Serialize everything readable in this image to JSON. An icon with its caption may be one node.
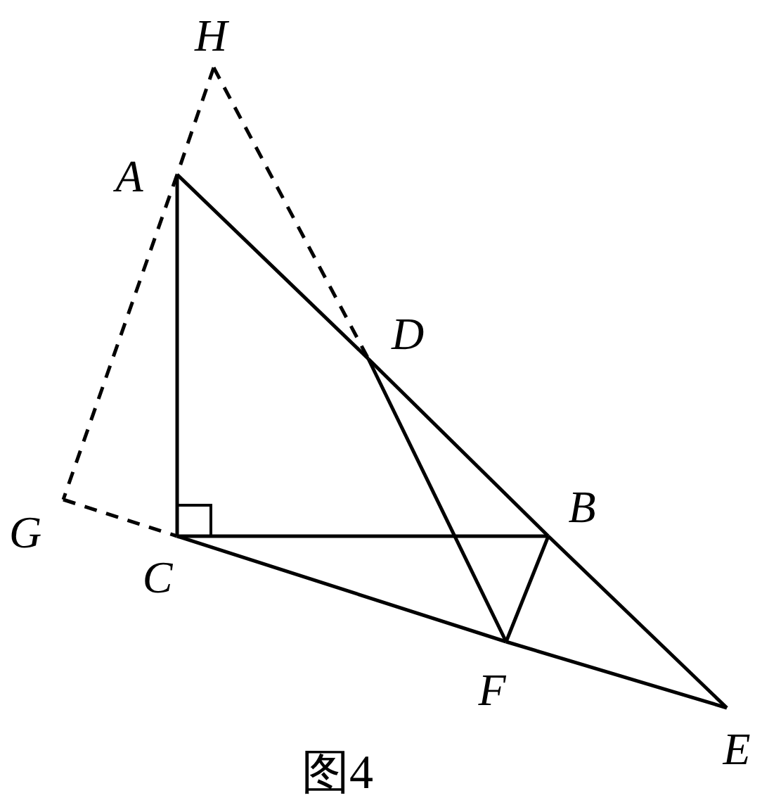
{
  "diagram": {
    "caption": "图4",
    "nodes": [
      {
        "text": [
          "H"
        ]
      },
      {
        "text": [
          "A"
        ]
      },
      {
        "text": [
          "D"
        ]
      },
      {
        "text": [
          "G"
        ]
      },
      {
        "text": [
          "B"
        ]
      },
      {
        "text": [
          "C"
        ]
      },
      {
        "text": [
          "F"
        ]
      },
      {
        "text": [
          "E"
        ]
      }
    ],
    "edges": [
      {
        "from": 1,
        "to": 5,
        "arrow": "none"
      },
      {
        "from": 5,
        "to": 4,
        "arrow": "none"
      },
      {
        "from": 1,
        "to": 2,
        "arrow": "none"
      },
      {
        "from": 2,
        "to": 4,
        "arrow": "none"
      },
      {
        "from": 4,
        "to": 7,
        "arrow": "none"
      },
      {
        "from": 5,
        "to": 6,
        "arrow": "none"
      },
      {
        "from": 6,
        "to": 7,
        "arrow": "none"
      },
      {
        "from": 2,
        "to": 6,
        "arrow": "none"
      },
      {
        "from": 4,
        "to": 6,
        "arrow": "none"
      },
      {
        "from": 0,
        "to": 1,
        "arrow": "none",
        "style": "dashed"
      },
      {
        "from": 1,
        "to": 3,
        "arrow": "none",
        "style": "dashed"
      },
      {
        "from": 0,
        "to": 2,
        "arrow": "none",
        "style": "dashed"
      },
      {
        "from": 3,
        "to": 5,
        "arrow": "none",
        "style": "dashed"
      }
    ]
  }
}
